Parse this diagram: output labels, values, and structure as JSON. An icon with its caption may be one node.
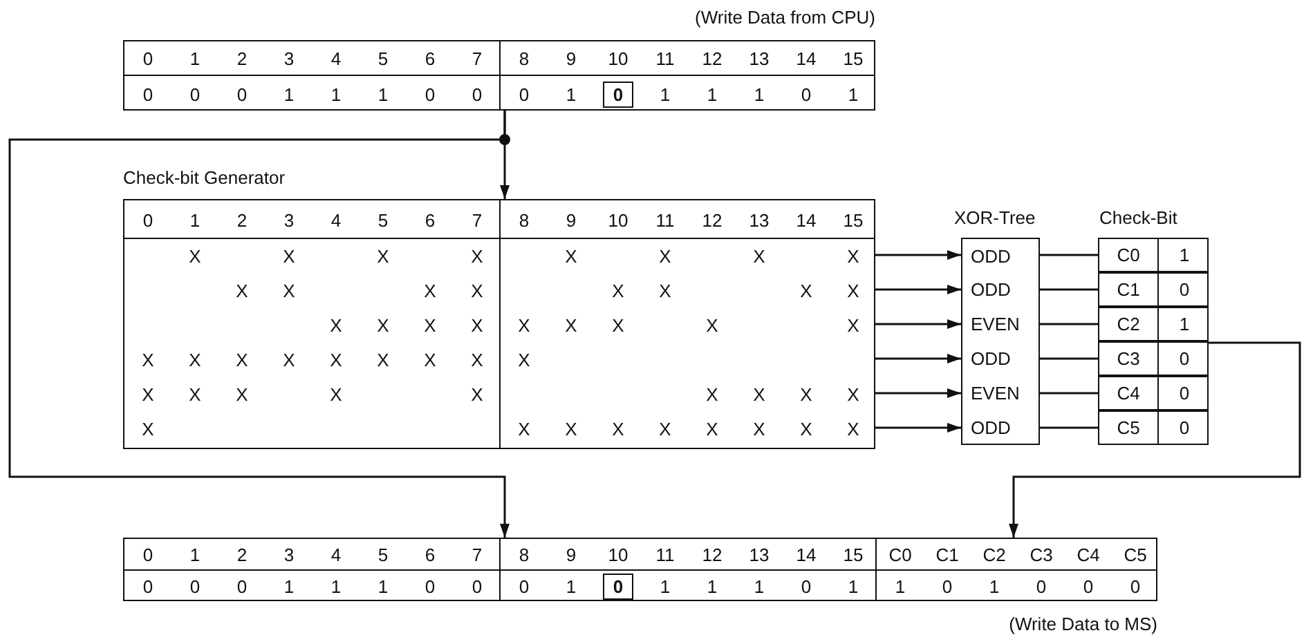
{
  "diagram": {
    "nodes": [
      {
        "text": [
          "0",
          "1",
          "2",
          "3",
          "4",
          "5",
          "6",
          "7",
          "8",
          "9",
          "10",
          "11",
          "12",
          "13",
          "14",
          "15",
          "0",
          "0",
          "0",
          "1",
          "1",
          "1",
          "0",
          "0",
          "0",
          "1",
          "0",
          "1",
          "1",
          "1",
          "0",
          "1"
        ],
        "beside": [
          "(Write Data from CPU)"
        ]
      },
      {
        "text": [
          "0",
          "1",
          "2",
          "3",
          "4",
          "5",
          "6",
          "7",
          "8",
          "9",
          "10",
          "11",
          "12",
          "13",
          "14",
          "15",
          "X",
          "X",
          "X",
          "X",
          "X",
          "X",
          "X",
          "X",
          "X",
          "X",
          "X",
          "X",
          "X",
          "X",
          "X",
          "X",
          "X",
          "X",
          "X",
          "X",
          "X",
          "X",
          "X",
          "X",
          "X",
          "X",
          "X",
          "X",
          "X",
          "X",
          "X",
          "X",
          "X",
          "X",
          "X",
          "X",
          "X",
          "X",
          "X",
          "X",
          "X",
          "X",
          "X",
          "X",
          "X",
          "X",
          "X",
          "X",
          "X",
          "X",
          "X",
          "X"
        ],
        "beside": [
          "Check-bit Generator"
        ]
      },
      {
        "text": [
          "ODD"
        ]
      },
      {
        "text": [
          "ODD"
        ]
      },
      {
        "text": [
          "EVEN"
        ]
      },
      {
        "text": [
          "ODD"
        ]
      },
      {
        "text": [
          "EVEN"
        ]
      },
      {
        "text": [
          "ODD"
        ]
      },
      {
        "text": [
          "C0",
          "1"
        ]
      },
      {
        "text": [
          "C1",
          "0"
        ]
      },
      {
        "text": [
          "C2",
          "1"
        ]
      },
      {
        "text": [
          "C3",
          "0"
        ]
      },
      {
        "text": [
          "C4",
          "0"
        ]
      },
      {
        "text": [
          "C5",
          "0"
        ]
      },
      {
        "text": [
          "0",
          "1",
          "2",
          "3",
          "4",
          "5",
          "6",
          "7",
          "8",
          "9",
          "10",
          "11",
          "12",
          "13",
          "14",
          "15",
          "C0",
          "C1",
          "C2",
          "C3",
          "C4",
          "C5",
          "0",
          "0",
          "0",
          "1",
          "1",
          "1",
          "0",
          "0",
          "0",
          "1",
          "0",
          "1",
          "1",
          "1",
          "0",
          "1",
          "1",
          "0",
          "1",
          "0",
          "0",
          "0"
        ],
        "beside": [
          "(Write Data to MS)"
        ]
      }
    ],
    "edges": [
      {
        "from": 0,
        "to": 1,
        "arrow": "to"
      },
      {
        "from": 0,
        "to": 14,
        "arrow": "to"
      },
      {
        "from": 1,
        "to": 2,
        "arrow": "to"
      },
      {
        "from": 1,
        "to": 3,
        "arrow": "to"
      },
      {
        "from": 1,
        "to": 4,
        "arrow": "to"
      },
      {
        "from": 1,
        "to": 5,
        "arrow": "to"
      },
      {
        "from": 1,
        "to": 6,
        "arrow": "to"
      },
      {
        "from": 1,
        "to": 7,
        "arrow": "to"
      },
      {
        "from": 2,
        "to": 8,
        "arrow": "none"
      },
      {
        "from": 3,
        "to": 9,
        "arrow": "none"
      },
      {
        "from": 4,
        "to": 10,
        "arrow": "none"
      },
      {
        "from": 5,
        "to": 11,
        "arrow": "none"
      },
      {
        "from": 6,
        "to": 12,
        "arrow": "none"
      },
      {
        "from": 7,
        "to": 13,
        "arrow": "none"
      },
      {
        "from": 10,
        "to": 14,
        "arrow": "to"
      }
    ],
    "labels": [
      "XOR-Tree",
      "Check-Bit"
    ]
  }
}
